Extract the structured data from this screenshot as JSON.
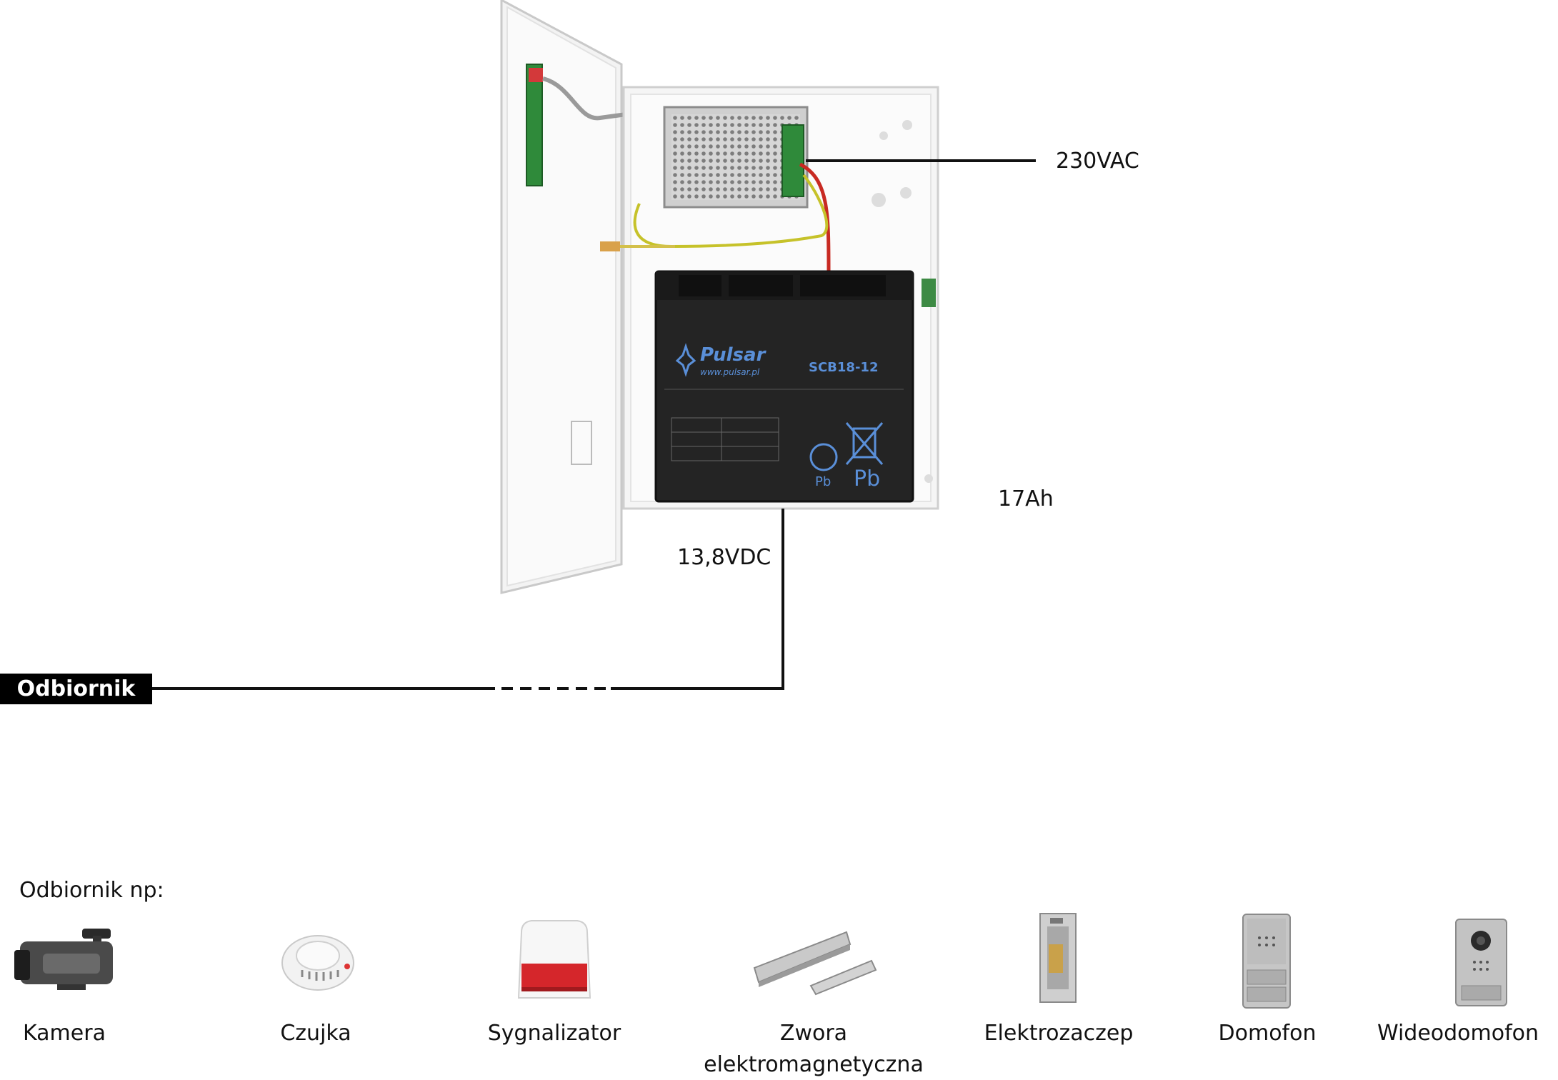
{
  "power_supply": {
    "ac_input_label": "230VAC",
    "battery_capacity_label": "17Ah",
    "dc_output_label": "13,8VDC",
    "battery": {
      "brand": "Pulsar",
      "website": "www.pulsar.pl",
      "model": "SCB18-12",
      "chemistry_mark": "Pb",
      "chemistry_mark_small": "Pb"
    }
  },
  "receiver_tag": "Odbiornik",
  "examples": {
    "heading": "Odbiornik np:",
    "devices": [
      {
        "label": "Kamera",
        "icon": "camera-icon"
      },
      {
        "label": "Czujka",
        "icon": "smoke-detector-icon"
      },
      {
        "label": "Sygnalizator",
        "icon": "siren-icon"
      },
      {
        "label": "Zwora elektromagnetyczna",
        "icon": "magnetic-lock-icon"
      },
      {
        "label": "Elektrozaczep",
        "icon": "electric-strike-icon"
      },
      {
        "label": "Domofon",
        "icon": "intercom-icon"
      },
      {
        "label": "Wideodomofon",
        "icon": "video-intercom-icon"
      }
    ]
  }
}
